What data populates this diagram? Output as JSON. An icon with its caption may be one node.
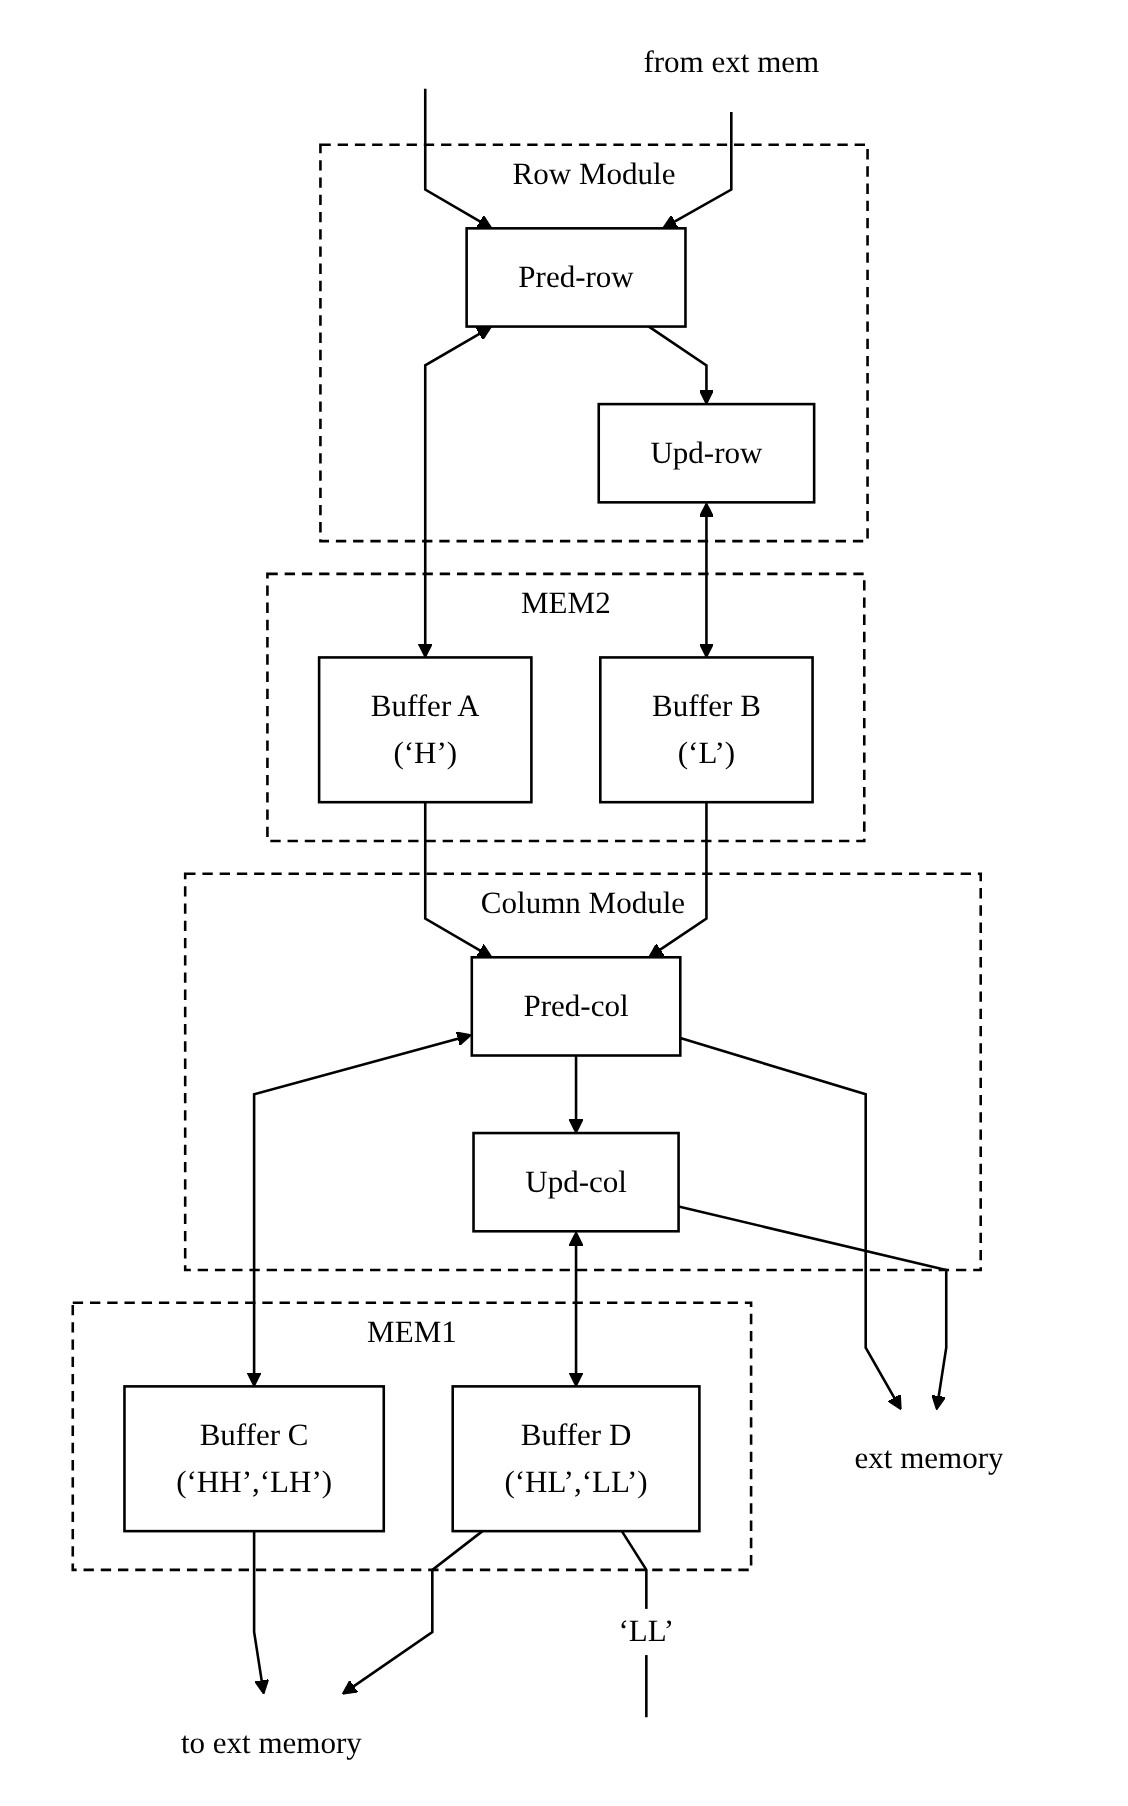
{
  "diagram": {
    "nodes": [
      {
        "text": [
          "Row Module"
        ]
      },
      {
        "text": [
          "Pred-row"
        ],
        "in": 0
      },
      {
        "text": [
          "Upd-row"
        ],
        "in": 0
      },
      {
        "text": [
          "MEM2"
        ]
      },
      {
        "text": [
          "Buffer A",
          "(‘H’)"
        ],
        "in": 3
      },
      {
        "text": [
          "Buffer B",
          "(‘L’)"
        ],
        "in": 3
      },
      {
        "text": [
          "Column Module"
        ]
      },
      {
        "text": [
          "Pred-col"
        ],
        "in": 6
      },
      {
        "text": [
          "Upd-col"
        ],
        "in": 6
      },
      {
        "text": [
          "MEM1"
        ]
      },
      {
        "text": [
          "Buffer C",
          "(‘HH’,‘LH’)"
        ],
        "in": 9
      },
      {
        "text": [
          "Buffer D",
          "(‘HL’,‘LL’)"
        ],
        "in": 9
      },
      {
        "text": [
          "from ext mem"
        ]
      },
      {
        "text": [
          "ext memory"
        ]
      },
      {
        "text": [
          "to ext memory"
        ]
      }
    ],
    "edges": [
      {
        "from": null,
        "to": 1,
        "arrow": "to"
      },
      {
        "from": 12,
        "to": 1,
        "arrow": "to"
      },
      {
        "from": 1,
        "to": 2,
        "arrow": "to"
      },
      {
        "from": 1,
        "to": 4,
        "arrow": "both"
      },
      {
        "from": 2,
        "to": 5,
        "arrow": "both"
      },
      {
        "from": 4,
        "to": 7,
        "arrow": "to"
      },
      {
        "from": 5,
        "to": 7,
        "arrow": "to"
      },
      {
        "from": 7,
        "to": 8,
        "arrow": "to"
      },
      {
        "from": 7,
        "to": 10,
        "arrow": "both"
      },
      {
        "from": 8,
        "to": 11,
        "arrow": "both"
      },
      {
        "from": 7,
        "to": 13,
        "arrow": "to"
      },
      {
        "from": 8,
        "to": 13,
        "arrow": "to"
      },
      {
        "from": 10,
        "to": 14,
        "arrow": "to"
      },
      {
        "from": 11,
        "to": 14,
        "arrow": "to"
      },
      {
        "from": 11,
        "to": null,
        "arrow": "none",
        "label": "‘LL’"
      }
    ]
  }
}
